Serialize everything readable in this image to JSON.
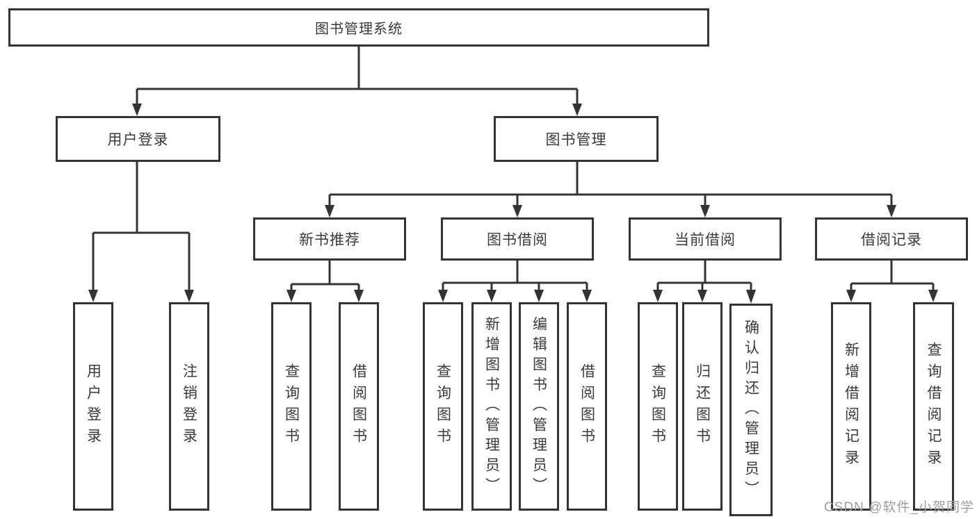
{
  "diagram": {
    "root_label": "图书管理系统",
    "level1": [
      {
        "label": "用户登录"
      },
      {
        "label": "图书管理"
      }
    ],
    "level2": [
      {
        "label": "新书推荐"
      },
      {
        "label": "图书借阅"
      },
      {
        "label": "当前借阅"
      },
      {
        "label": "借阅记录"
      }
    ],
    "leaves": {
      "login": [
        "用户登录",
        "注销登录"
      ],
      "recommend": [
        "查询图书",
        "借阅图书"
      ],
      "borrow": [
        "查询图书",
        "新增图书（管理员）",
        "编辑图书（管理员）",
        "借阅图书"
      ],
      "current": [
        "查询图书",
        "归还图书",
        "确认归还（管理员）"
      ],
      "records": [
        "新增借阅记录",
        "查询借阅记录"
      ]
    },
    "line_color": "#333333"
  },
  "watermark": {
    "text": "CSDN @软件_小贺同学"
  }
}
